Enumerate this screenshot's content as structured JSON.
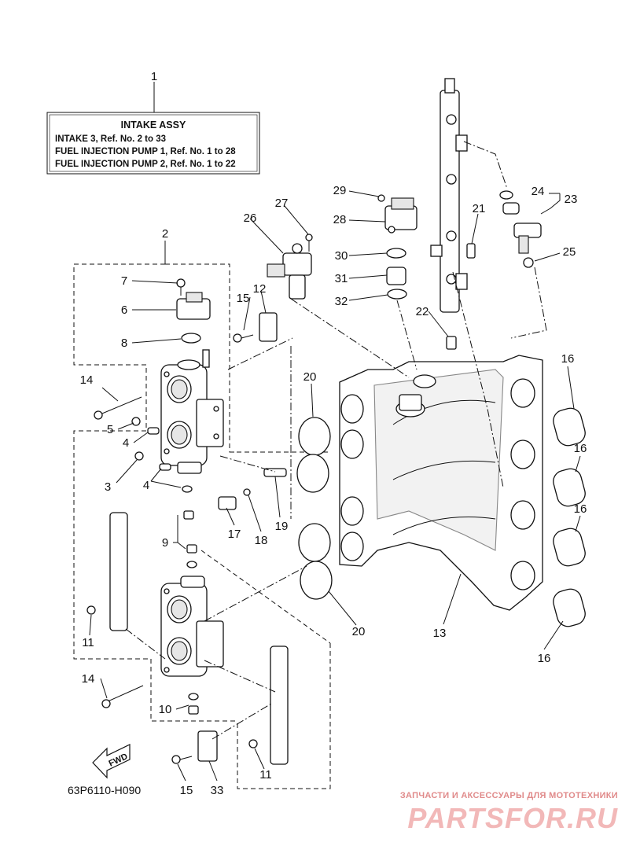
{
  "diagram_code": "63P6110-H090",
  "info_box": {
    "title": "INTAKE ASSY",
    "lines": [
      "INTAKE 3,  Ref. No. 2 to 33",
      "FUEL INJECTION PUMP 1,  Ref. No. 1 to 28",
      "FUEL INJECTION PUMP 2,  Ref. No. 1 to 22"
    ]
  },
  "fwd_label": "FWD",
  "watermark": {
    "tagline": "ЗАПЧАСТИ И АКСЕССУАРЫ ДЛЯ МОТОТЕХНИКИ",
    "logo": "PARTSFOR.RU"
  },
  "callouts": {
    "c1": "1",
    "c2": "2",
    "c3": "3",
    "c4a": "4",
    "c4b": "4",
    "c5": "5",
    "c6": "6",
    "c7": "7",
    "c8": "8",
    "c9": "9",
    "c10": "10",
    "c11a": "11",
    "c11b": "11",
    "c12": "12",
    "c13": "13",
    "c14a": "14",
    "c14b": "14",
    "c15a": "15",
    "c15b": "15",
    "c16a": "16",
    "c16b": "16",
    "c16c": "16",
    "c16d": "16",
    "c17": "17",
    "c18": "18",
    "c19": "19",
    "c20a": "20",
    "c20b": "20",
    "c21": "21",
    "c22": "22",
    "c23": "23",
    "c24": "24",
    "c25": "25",
    "c26": "26",
    "c27": "27",
    "c28": "28",
    "c29": "29",
    "c30": "30",
    "c31": "31",
    "c32": "32",
    "c33": "33"
  }
}
